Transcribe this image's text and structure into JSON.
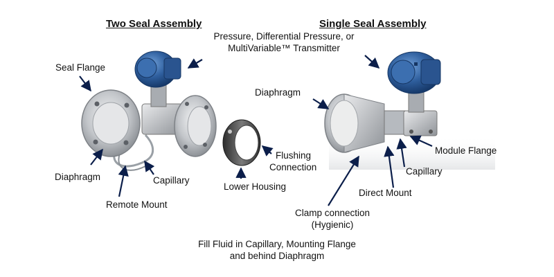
{
  "headings": {
    "two_seal": "Two Seal Assembly",
    "single_seal": "Single Seal Assembly"
  },
  "labels": {
    "transmitter_line1": "Pressure, Differential Pressure, or",
    "transmitter_line2": "MultiVariable™ Transmitter",
    "seal_flange": "Seal Flange",
    "diaphragm_left": "Diaphragm",
    "capillary_left": "Capillary",
    "remote_mount": "Remote Mount",
    "lower_housing": "Lower Housing",
    "flushing_line1": "Flushing",
    "flushing_line2": "Connection",
    "diaphragm_right": "Diaphragm",
    "module_flange": "Module Flange",
    "capillary_right": "Capillary",
    "direct_mount": "Direct Mount",
    "clamp_line1": "Clamp connection",
    "clamp_line2": "(Hygienic)",
    "fill_line1": "Fill Fluid in Capillary, Mounting Flange",
    "fill_line2": "and behind Diaphragm"
  },
  "colors": {
    "transmitter_blue": "#2f5f9e",
    "metal": "#b9bcc0",
    "arrow": "#0b1e4a",
    "text": "#111111"
  }
}
